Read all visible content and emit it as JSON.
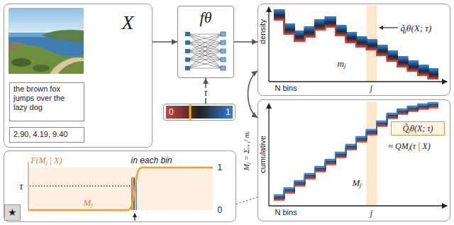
{
  "diagram": {
    "nodes": [
      {
        "text": [
          "X"
        ]
      },
      {
        "text": [
          "the brown fox jumps over the lazy dog"
        ],
        "in": 0
      },
      {
        "text": [
          "2.90, 4.19, 9.40"
        ],
        "in": 0
      },
      {
        "text": [
          "fθ"
        ]
      },
      {
        "text": [
          "0",
          "1"
        ]
      },
      {
        "text": [
          "density",
          "q̃ⱼθ(X; τ)",
          "mⱼ",
          "N bins",
          "j"
        ]
      },
      {
        "text": [
          "cumulative",
          "≈ QMⱼ(τ | X)",
          "Mⱼ",
          "N bins",
          "j"
        ]
      },
      {
        "text": [
          "Q̃ⱼθ(X; τ)"
        ],
        "in": 6
      },
      {
        "text": [
          "F(Mⱼ | X)",
          "in each bin",
          "τ",
          "1",
          "0",
          "Mⱼ"
        ]
      },
      {
        "text": [
          "★"
        ],
        "in": 8
      }
    ],
    "edges": [
      {
        "from": 0,
        "to": 3,
        "arrow": "to"
      },
      {
        "from": 4,
        "to": 3,
        "arrow": "to",
        "label": "τ"
      },
      {
        "from": 3,
        "to": 5,
        "arrow": "to"
      },
      {
        "from": 5,
        "to": 6,
        "arrow": "both"
      },
      {
        "from": 8,
        "to": 6,
        "arrow": "none"
      }
    ],
    "labels": [
      "Mⱼ = Σᵣ₌₁ʲ mᵣ"
    ]
  }
}
